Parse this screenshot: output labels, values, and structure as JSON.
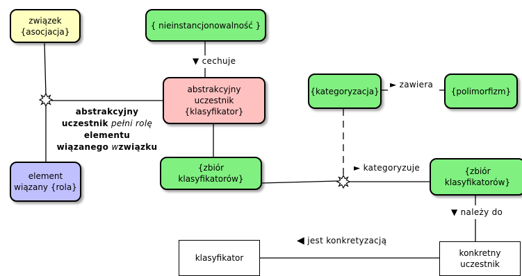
{
  "colors": {
    "yellow": "#ffffc0",
    "green": "#80f080",
    "pink": "#ffc0c0",
    "blue": "#c0c0ff",
    "white": "#ffffff"
  },
  "nodes": {
    "zwiazek": [
      "związek",
      "{asocjacja}"
    ],
    "nieinst": "{ nieinstancjonowalność }",
    "abstrakcyjny": [
      "abstrakcyjny",
      "uczestnik {klasyfikator}"
    ],
    "kategoryzacja": "{kategoryzacja}",
    "polimorfizm": "{polimorfizm}",
    "element": [
      "element",
      "wiązany {rola}"
    ],
    "zbior1": "{zbiór klasyfikatorów}",
    "zbior2": "{zbiór klasyfikatorów}",
    "klasyfikator": "klasyfikator",
    "konkretny": [
      "konkretny",
      "uczestnik"
    ]
  },
  "labels": {
    "cechuje": "▼ cechuje",
    "zawiera": "► zawiera",
    "kategoryzuje": "► kategoryzuje",
    "nalezy": "▼ należy do",
    "konkretyzacja_arrow": "◀",
    "konkretyzacja": "jest konkretyzacją",
    "role": {
      "l1": "abstrakcyjny",
      "l2a": "uczestnik",
      "l2b": "pełni rolę",
      "l3": "elementu",
      "l4a": "wiązanego",
      "l4b": "w",
      "l4c": "związku"
    }
  }
}
